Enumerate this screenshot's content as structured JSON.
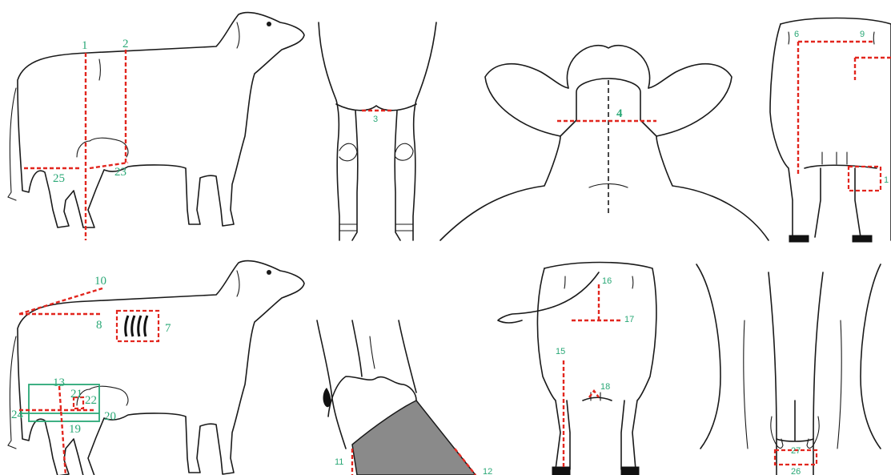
{
  "colors": {
    "label": "#2aa876",
    "measure_line": "#e2261e",
    "outline": "#1a1a1a"
  },
  "labels": {
    "m1": "1",
    "m2": "2",
    "m3": "3",
    "m4": "4",
    "m6": "6",
    "m7": "7",
    "m8": "8",
    "m9": "9",
    "m10": "10",
    "m11": "11",
    "m12": "12",
    "m13": "13",
    "m14": "1",
    "m15": "15",
    "m16": "16",
    "m17": "17",
    "m18": "18",
    "m19": "19",
    "m20": "20",
    "m21": "21",
    "m22": "22",
    "m23": "23",
    "m24": "24",
    "m25": "25",
    "m26": "26",
    "m27": "27"
  }
}
